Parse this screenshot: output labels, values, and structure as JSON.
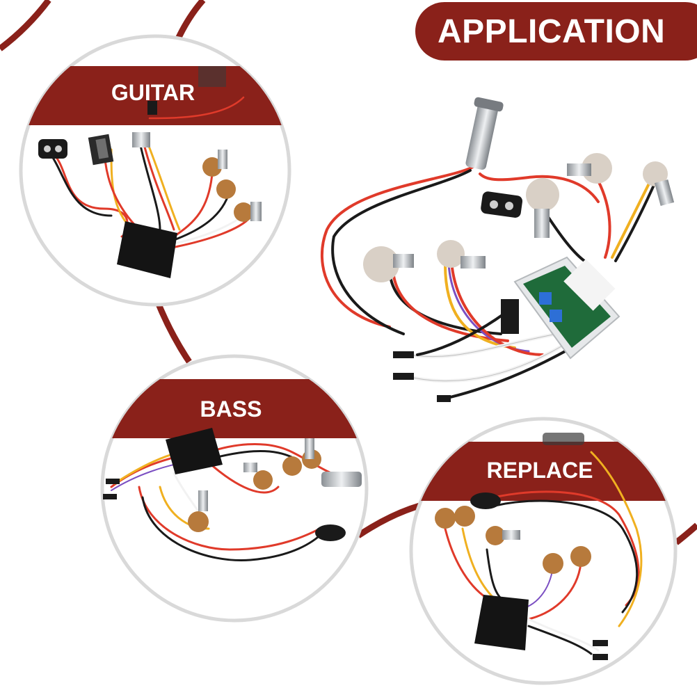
{
  "banner": {
    "title": "APPLICATION"
  },
  "panels": [
    {
      "label": "GUITAR"
    },
    {
      "label": "BASS"
    },
    {
      "label": "REPLACE"
    }
  ],
  "colors": {
    "brand_red": "#8a211a",
    "circle_border": "#d9d9d9",
    "wire_red": "#e03a2a",
    "wire_yellow": "#f0b020",
    "wire_black": "#1a1a1a",
    "wire_white": "#f2f2f2",
    "pcb_green": "#1f6b3a",
    "pot_brass": "#b77a3c",
    "metal": "#bfc3c7"
  }
}
